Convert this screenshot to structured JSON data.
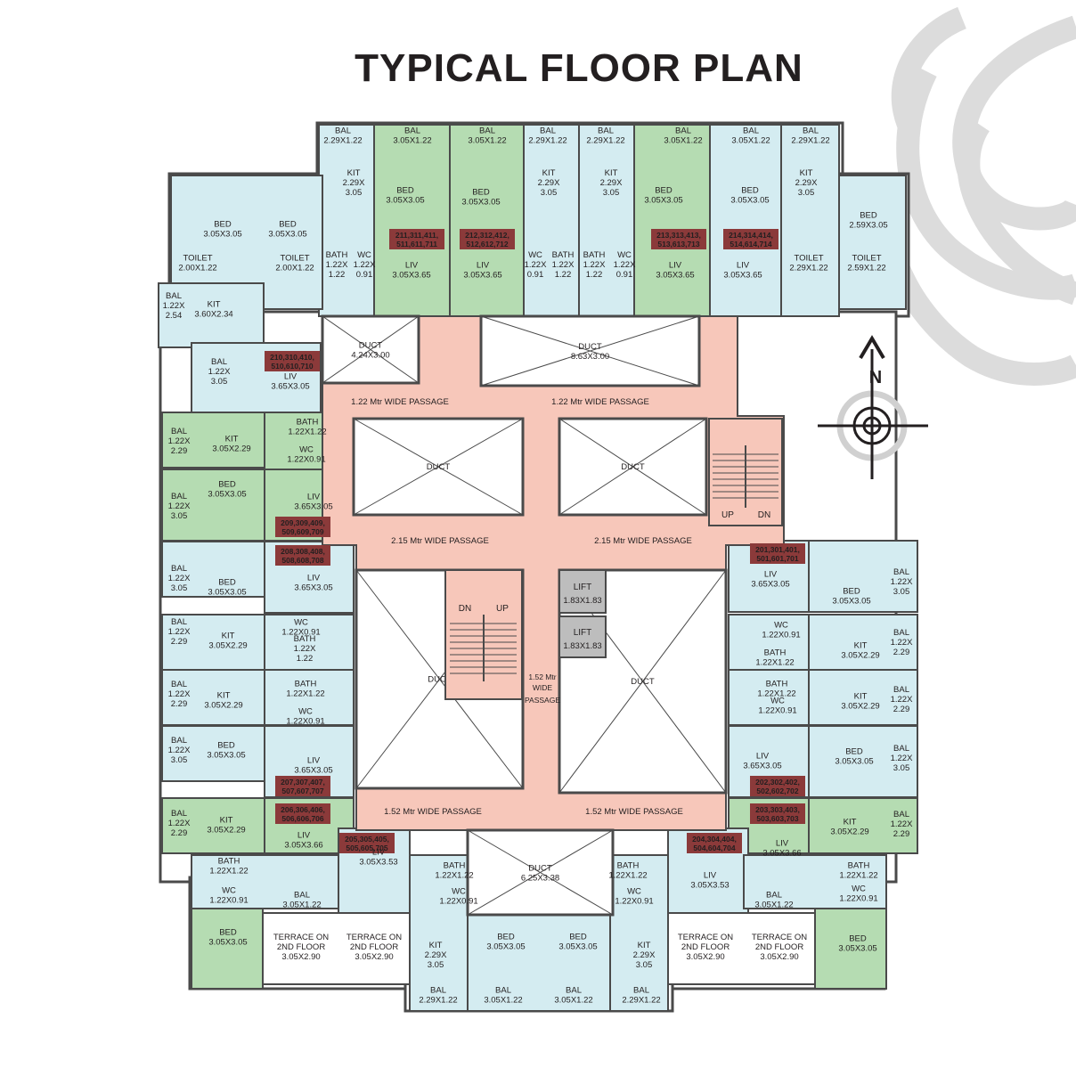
{
  "title": "TYPICAL FLOOR PLAN",
  "colors": {
    "wall": "#4a4a4a",
    "green_unit": "#b5dcb2",
    "blue_unit": "#d4ecf1",
    "passage": "#f7c7ba",
    "lift": "#bdbdbd",
    "logo": "#dcdcdc",
    "ink": "#231f20"
  },
  "compass": {
    "north_label": "N",
    "icon": "compass-rose-icon"
  },
  "ducts": [
    {
      "name": "DUCT",
      "size": "4.24X3.00"
    },
    {
      "name": "DUCT",
      "size": "8.63X3.00"
    },
    {
      "name": "DUCT",
      "size": ""
    },
    {
      "name": "DUCT",
      "size": ""
    },
    {
      "name": "DUCT",
      "size": ""
    },
    {
      "name": "DUCT",
      "size": ""
    },
    {
      "name": "DUCT",
      "size": "6.25X3.38"
    }
  ],
  "passages": [
    "1.22 Mtr WIDE PASSAGE",
    "1.22 Mtr WIDE PASSAGE",
    "2.15 Mtr WIDE PASSAGE",
    "2.15 Mtr WIDE PASSAGE",
    "1.52 Mtr WIDE PASSAGE",
    "1.52 Mtr WIDE PASSAGE",
    "1.52 Mtr",
    "WIDE",
    "PASSAGE"
  ],
  "lifts": [
    {
      "name": "LIFT",
      "size": "1.83X1.83"
    },
    {
      "name": "LIFT",
      "size": "1.83X1.83"
    }
  ],
  "stairs": {
    "up": "UP",
    "dn": "DN"
  },
  "unit_tags": [
    {
      "l1": "211,311,411,",
      "l2": "511,611,711"
    },
    {
      "l1": "212,312,412,",
      "l2": "512,612,712"
    },
    {
      "l1": "213,313,413,",
      "l2": "513,613,713"
    },
    {
      "l1": "214,314,414,",
      "l2": "514,614,714"
    },
    {
      "l1": "210,310,410,",
      "l2": "510,610,710"
    },
    {
      "l1": "209,309,409,",
      "l2": "509,609,709"
    },
    {
      "l1": "208,308,408,",
      "l2": "508,608,708"
    },
    {
      "l1": "207,307,407,",
      "l2": "507,607,707"
    },
    {
      "l1": "206,306,406,",
      "l2": "506,606,706"
    },
    {
      "l1": "205,305,405,",
      "l2": "505,605,705"
    },
    {
      "l1": "204,304,404,",
      "l2": "504,604,704"
    },
    {
      "l1": "203,303,403,",
      "l2": "503,603,703"
    },
    {
      "l1": "202,302,402,",
      "l2": "502,602,702"
    },
    {
      "l1": "201,301,401,",
      "l2": "501,601,701"
    }
  ],
  "rooms": [
    {
      "l1": "BAL",
      "l2": "2.29X1.22"
    },
    {
      "l1": "BAL",
      "l2": "3.05X1.22"
    },
    {
      "l1": "BAL",
      "l2": "3.05X1.22"
    },
    {
      "l1": "BAL",
      "l2": "2.29X1.22"
    },
    {
      "l1": "BAL",
      "l2": "2.29X1.22"
    },
    {
      "l1": "BAL",
      "l2": "3.05X1.22"
    },
    {
      "l1": "BAL",
      "l2": "3.05X1.22"
    },
    {
      "l1": "BAL",
      "l2": "2.29X1.22"
    },
    {
      "l1": "KIT",
      "l2": "2.29X",
      "l3": "3.05"
    },
    {
      "l1": "KIT",
      "l2": "2.29X",
      "l3": "3.05"
    },
    {
      "l1": "KIT",
      "l2": "2.29X",
      "l3": "3.05"
    },
    {
      "l1": "KIT",
      "l2": "2.29X",
      "l3": "3.05"
    },
    {
      "l1": "BED",
      "l2": "3.05X3.05"
    },
    {
      "l1": "BED",
      "l2": "3.05X3.05"
    },
    {
      "l1": "BED",
      "l2": "3.05X3.05"
    },
    {
      "l1": "BED",
      "l2": "3.05X3.05"
    },
    {
      "l1": "BED",
      "l2": "3.05X3.05"
    },
    {
      "l1": "BED",
      "l2": "3.05X3.05"
    },
    {
      "l1": "BED",
      "l2": "2.59X3.05"
    },
    {
      "l1": "TOILET",
      "l2": "2.00X1.22"
    },
    {
      "l1": "TOILET",
      "l2": "2.00X1.22"
    },
    {
      "l1": "TOILET",
      "l2": "2.29X1.22"
    },
    {
      "l1": "TOILET",
      "l2": "2.59X1.22"
    },
    {
      "l1": "BATH",
      "l2": "1.22X",
      "l3": "1.22"
    },
    {
      "l1": "WC",
      "l2": "1.22X",
      "l3": "0.91"
    },
    {
      "l1": "WC",
      "l2": "1.22X",
      "l3": "0.91"
    },
    {
      "l1": "BATH",
      "l2": "1.22X",
      "l3": "1.22"
    },
    {
      "l1": "BATH",
      "l2": "1.22X",
      "l3": "1.22"
    },
    {
      "l1": "WC",
      "l2": "1.22X",
      "l3": "0.91"
    },
    {
      "l1": "LIV",
      "l2": "3.05X3.65"
    },
    {
      "l1": "LIV",
      "l2": "3.05X3.65"
    },
    {
      "l1": "LIV",
      "l2": "3.05X3.65"
    },
    {
      "l1": "LIV",
      "l2": "3.05X3.65"
    },
    {
      "l1": "BAL",
      "l2": "1.22X",
      "l3": "2.54"
    },
    {
      "l1": "KIT",
      "l2": "3.60X2.34"
    },
    {
      "l1": "BAL",
      "l2": "1.22X",
      "l3": "3.05"
    },
    {
      "l1": "LIV",
      "l2": "3.65X3.05"
    },
    {
      "l1": "BAL",
      "l2": "1.22X",
      "l3": "2.29"
    },
    {
      "l1": "KIT",
      "l2": "3.05X2.29"
    },
    {
      "l1": "BATH",
      "l2": "1.22X1.22"
    },
    {
      "l1": "WC",
      "l2": "1.22X0.91"
    },
    {
      "l1": "BAL",
      "l2": "1.22X",
      "l3": "3.05"
    },
    {
      "l1": "BED",
      "l2": "3.05X3.05"
    },
    {
      "l1": "LIV",
      "l2": "3.65X3.05"
    },
    {
      "l1": "BAL",
      "l2": "1.22X",
      "l3": "3.05"
    },
    {
      "l1": "BED",
      "l2": "3.05X3.05"
    },
    {
      "l1": "LIV",
      "l2": "3.65X3.05"
    },
    {
      "l1": "WC",
      "l2": "1.22X0.91"
    },
    {
      "l1": "BAL",
      "l2": "1.22X",
      "l3": "2.29"
    },
    {
      "l1": "KIT",
      "l2": "3.05X2.29"
    },
    {
      "l1": "BATH",
      "l2": "1.22X",
      "l3": "1.22"
    },
    {
      "l1": "BAL",
      "l2": "1.22X",
      "l3": "2.29"
    },
    {
      "l1": "KIT",
      "l2": "3.05X2.29"
    },
    {
      "l1": "BATH",
      "l2": "1.22X1.22"
    },
    {
      "l1": "WC",
      "l2": "1.22X0.91"
    },
    {
      "l1": "BAL",
      "l2": "1.22X",
      "l3": "3.05"
    },
    {
      "l1": "BED",
      "l2": "3.05X3.05"
    },
    {
      "l1": "LIV",
      "l2": "3.65X3.05"
    },
    {
      "l1": "BAL",
      "l2": "1.22X",
      "l3": "2.29"
    },
    {
      "l1": "KIT",
      "l2": "3.05X2.29"
    },
    {
      "l1": "LIV",
      "l2": "3.05X3.66"
    },
    {
      "l1": "BATH",
      "l2": "1.22X1.22"
    },
    {
      "l1": "WC",
      "l2": "1.22X0.91"
    },
    {
      "l1": "BAL",
      "l2": "3.05X1.22"
    },
    {
      "l1": "BED",
      "l2": "3.05X3.05"
    },
    {
      "l1": "TERRACE ON",
      "l2": "2ND FLOOR",
      "l3": "3.05X2.90"
    },
    {
      "l1": "TERRACE ON",
      "l2": "2ND FLOOR",
      "l3": "3.05X2.90"
    },
    {
      "l1": "LIV",
      "l2": "3.05X3.53"
    },
    {
      "l1": "BATH",
      "l2": "1.22X1.22"
    },
    {
      "l1": "WC",
      "l2": "1.22X0.91"
    },
    {
      "l1": "KIT",
      "l2": "2.29X",
      "l3": "3.05"
    },
    {
      "l1": "BAL",
      "l2": "2.29X1.22"
    },
    {
      "l1": "BED",
      "l2": "3.05X3.05"
    },
    {
      "l1": "BAL",
      "l2": "3.05X1.22"
    },
    {
      "l1": "BED",
      "l2": "3.05X3.05"
    },
    {
      "l1": "BAL",
      "l2": "3.05X1.22"
    },
    {
      "l1": "KIT",
      "l2": "2.29X",
      "l3": "3.05"
    },
    {
      "l1": "BAL",
      "l2": "2.29X1.22"
    },
    {
      "l1": "BATH",
      "l2": "1.22X1.22"
    },
    {
      "l1": "WC",
      "l2": "1.22X0.91"
    },
    {
      "l1": "LIV",
      "l2": "3.05X3.53"
    },
    {
      "l1": "TERRACE ON",
      "l2": "2ND FLOOR",
      "l3": "3.05X2.90"
    },
    {
      "l1": "TERRACE ON",
      "l2": "2ND FLOOR",
      "l3": "3.05X2.90"
    },
    {
      "l1": "BAL",
      "l2": "3.05X1.22"
    },
    {
      "l1": "LIV",
      "l2": "3.05X3.66"
    },
    {
      "l1": "BATH",
      "l2": "1.22X1.22"
    },
    {
      "l1": "WC",
      "l2": "1.22X0.91"
    },
    {
      "l1": "BED",
      "l2": "3.05X3.05"
    },
    {
      "l1": "BAL",
      "l2": "1.22X",
      "l3": "2.29"
    },
    {
      "l1": "KIT",
      "l2": "3.05X2.29"
    },
    {
      "l1": "BAL",
      "l2": "1.22X",
      "l3": "3.05"
    },
    {
      "l1": "BED",
      "l2": "3.05X3.05"
    },
    {
      "l1": "LIV",
      "l2": "3.65X3.05"
    },
    {
      "l1": "BAL",
      "l2": "1.22X",
      "l3": "2.29"
    },
    {
      "l1": "KIT",
      "l2": "3.05X2.29"
    },
    {
      "l1": "BATH",
      "l2": "1.22X1.22"
    },
    {
      "l1": "WC",
      "l2": "1.22X0.91"
    },
    {
      "l1": "BAL",
      "l2": "1.22X",
      "l3": "2.29"
    },
    {
      "l1": "KIT",
      "l2": "3.05X2.29"
    },
    {
      "l1": "WC",
      "l2": "1.22X0.91"
    },
    {
      "l1": "BATH",
      "l2": "1.22X1.22"
    },
    {
      "l1": "BAL",
      "l2": "1.22X",
      "l3": "3.05"
    },
    {
      "l1": "BED",
      "l2": "3.05X3.05"
    },
    {
      "l1": "LIV",
      "l2": "3.65X3.05"
    }
  ]
}
